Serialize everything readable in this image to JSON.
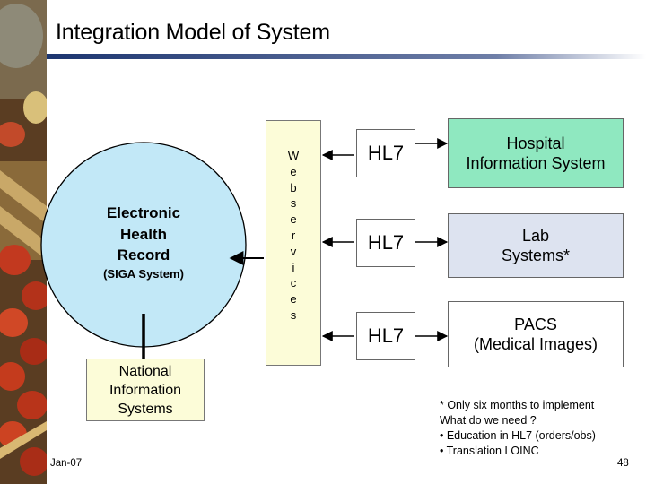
{
  "slide": {
    "title": "Integration Model of System",
    "footer_date": "Jan-07",
    "page_number": "48"
  },
  "ehr": {
    "lines": [
      "Electronic",
      "Health",
      "Record"
    ],
    "subtitle": "(SIGA System)"
  },
  "web_services": {
    "letters": [
      "W",
      "e",
      "b",
      "s",
      "e",
      "r",
      "v",
      "i",
      "c",
      "e",
      "s"
    ]
  },
  "national": {
    "lines": [
      "National",
      "Information",
      "Systems"
    ]
  },
  "hl7_label": "HL7",
  "systems": [
    {
      "lines": [
        "Hospital",
        "Information System"
      ]
    },
    {
      "lines": [
        "Lab",
        "Systems*"
      ]
    },
    {
      "lines": [
        "PACS",
        "(Medical Images)"
      ]
    }
  ],
  "note": {
    "lines": [
      "* Only six months to implement",
      "What do we need ?",
      "• Education in HL7 (orders/obs)",
      "• Translation LOINC"
    ]
  },
  "colors": {
    "circle_fill": "#c2e8f7",
    "hospital_fill": "#8fe8c0",
    "lab_fill": "#dde3f0",
    "yellow_fill": "#fcfcd8",
    "title_rule": "#1c3570"
  }
}
